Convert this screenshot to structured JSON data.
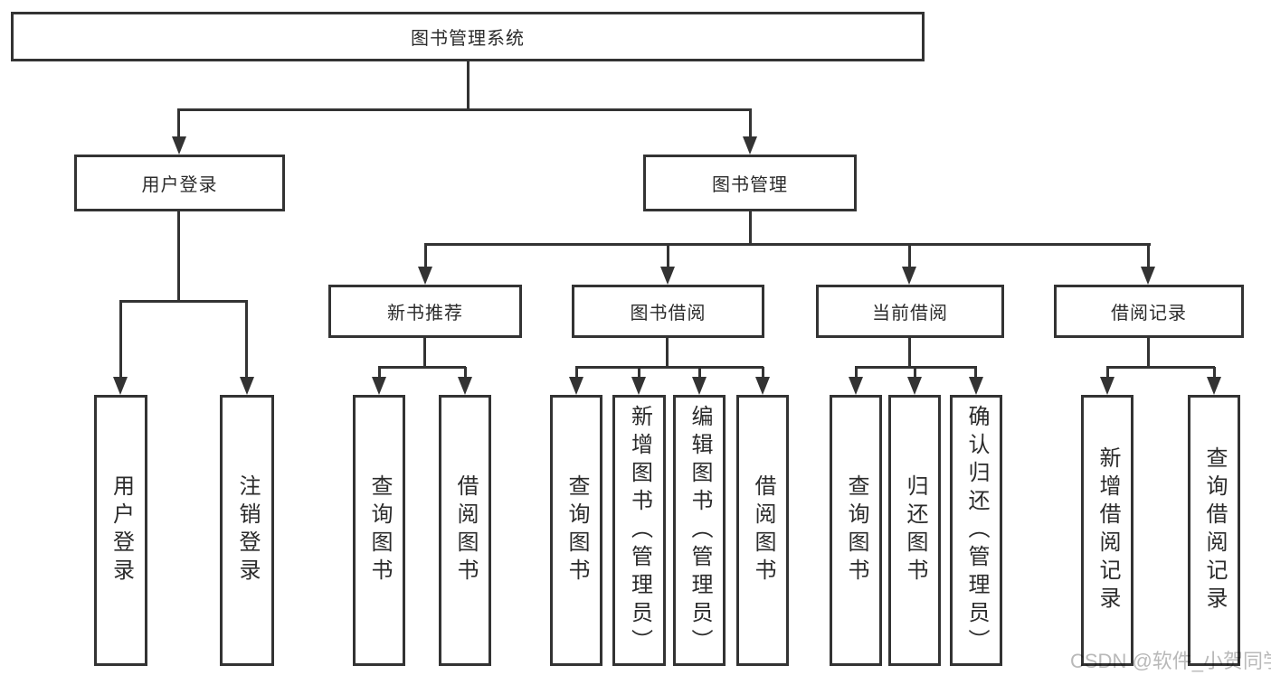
{
  "diagram": {
    "root": {
      "label": "图书管理系统"
    },
    "level2": [
      {
        "label": "用户登录"
      },
      {
        "label": "图书管理"
      }
    ],
    "level3": [
      {
        "label": "新书推荐"
      },
      {
        "label": "图书借阅"
      },
      {
        "label": "当前借阅"
      },
      {
        "label": "借阅记录"
      }
    ],
    "leaves": {
      "user_login": [
        "用户登录",
        "注销登录"
      ],
      "new_book": [
        "查询图书",
        "借阅图书"
      ],
      "book_borrow": [
        "查询图书",
        "新增图书（管理员）",
        "编辑图书（管理员）",
        "借阅图书"
      ],
      "current_borrow": [
        "查询图书",
        "归还图书",
        "确认归还（管理员）"
      ],
      "borrow_record": [
        "新增借阅记录",
        "查询借阅记录"
      ]
    },
    "colors": {
      "line": "#333333",
      "text": "#2b2b2b",
      "background": "#ffffff"
    }
  },
  "watermark": {
    "text": "CSDN @软件_小贺同学",
    "color": "#b9b9b9"
  }
}
